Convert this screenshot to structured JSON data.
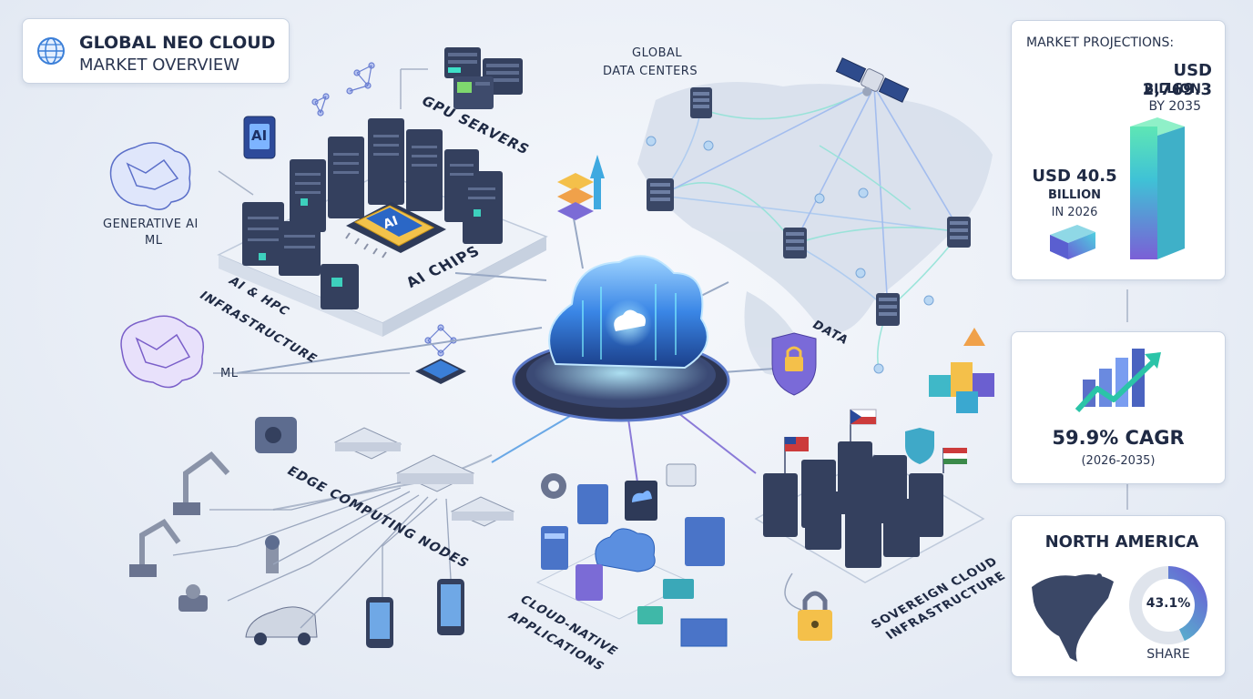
{
  "title": {
    "line1": "GLOBAL NEO CLOUD",
    "line2": "MARKET OVERVIEW",
    "icon": "globe-icon"
  },
  "projections": {
    "heading": "MARKET PROJECTIONS:",
    "high": {
      "value": "USD 2,769.3",
      "unit": "BILLION",
      "year": "BY 2035"
    },
    "low": {
      "value": "USD 40.5",
      "unit": "BILLION",
      "year": "IN 2026"
    }
  },
  "cagr": {
    "value": "59.9% CAGR",
    "period": "(2026-2035)",
    "icon": "growth-chart-icon"
  },
  "region": {
    "name": "NORTH AMERICA",
    "share": "43.1%",
    "share_fraction": 0.431,
    "share_label": "SHARE",
    "icon": "north-america-map-icon"
  },
  "labels": {
    "gpu_servers": "GPU SERVERS",
    "ai_chips": "AI CHIPS",
    "ai_hpc_1": "AI & HPC",
    "ai_hpc_2": "INFRASTRUCTURE",
    "generative_ai": "GENERATIVE AI",
    "ml_top": "ML",
    "ml_mid": "ML",
    "global_dc_1": "GLOBAL",
    "global_dc_2": "DATA CENTERS",
    "data": "DATA",
    "edge": "EDGE COMPUTING NODES",
    "cloud_native_1": "CLOUD-NATIVE",
    "cloud_native_2": "APPLICATIONS",
    "sovereign_1": "SOVEREIGN CLOUD",
    "sovereign_2": "INFRASTRUCTURE",
    "ai_chip_text": "AI",
    "ai_badge_text": "AI"
  },
  "colors": {
    "accent_cyan": "#27c4d8",
    "accent_purple": "#7b5fd6",
    "accent_green": "#38d39f",
    "dark_rack": "#34405e",
    "cloud_blue": "#3a86e6"
  }
}
